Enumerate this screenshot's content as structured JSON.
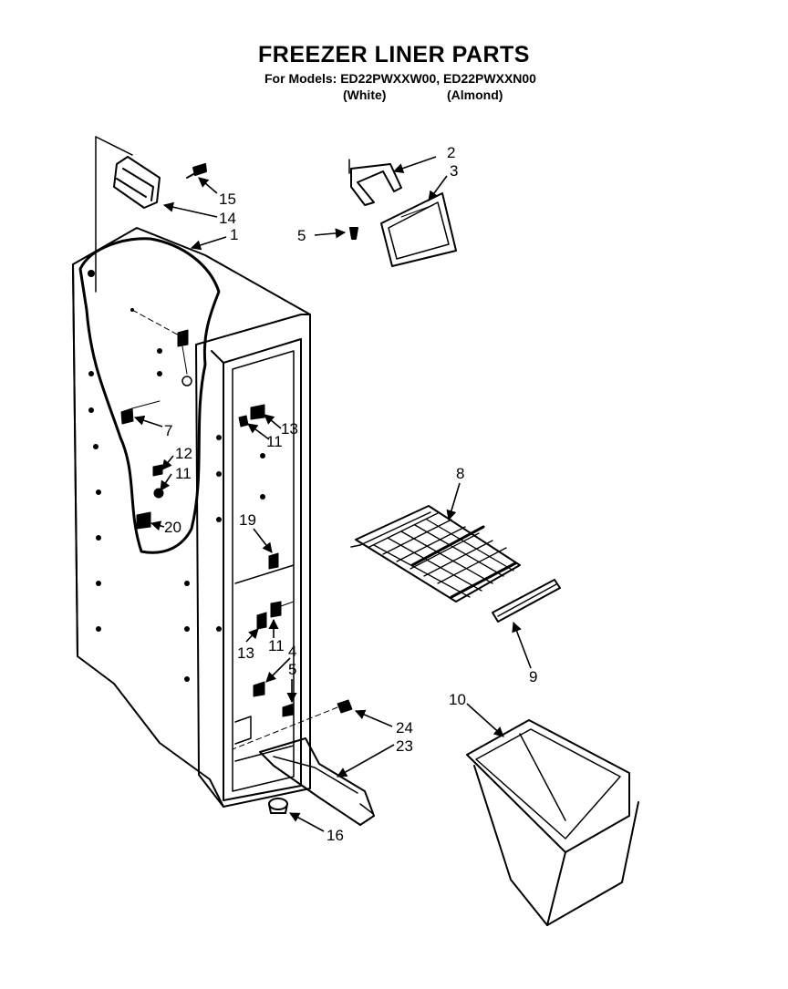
{
  "header": {
    "title": "FREEZER LINER PARTS",
    "models": "For Models: ED22PWXXW00, ED22PWXXN00",
    "color_white": "(White)",
    "color_almond": "(Almond)"
  },
  "callouts": [
    {
      "id": "c2",
      "label": "2"
    },
    {
      "id": "c3",
      "label": "3"
    },
    {
      "id": "c5a",
      "label": "5"
    },
    {
      "id": "c15",
      "label": "15"
    },
    {
      "id": "c14",
      "label": "14"
    },
    {
      "id": "c1",
      "label": "1"
    },
    {
      "id": "c7",
      "label": "7"
    },
    {
      "id": "c12",
      "label": "12"
    },
    {
      "id": "c11a",
      "label": "11"
    },
    {
      "id": "c20",
      "label": "20"
    },
    {
      "id": "c13a",
      "label": "13"
    },
    {
      "id": "c11b",
      "label": "11"
    },
    {
      "id": "c19",
      "label": "19"
    },
    {
      "id": "c13b",
      "label": "13"
    },
    {
      "id": "c11c",
      "label": "11"
    },
    {
      "id": "c4",
      "label": "4"
    },
    {
      "id": "c5b",
      "label": "5"
    },
    {
      "id": "c8",
      "label": "8"
    },
    {
      "id": "c9",
      "label": "9"
    },
    {
      "id": "c10",
      "label": "10"
    },
    {
      "id": "c24",
      "label": "24"
    },
    {
      "id": "c23",
      "label": "23"
    },
    {
      "id": "c16",
      "label": "16"
    }
  ],
  "colors": {
    "ink": "#000000",
    "paper": "#ffffff"
  }
}
